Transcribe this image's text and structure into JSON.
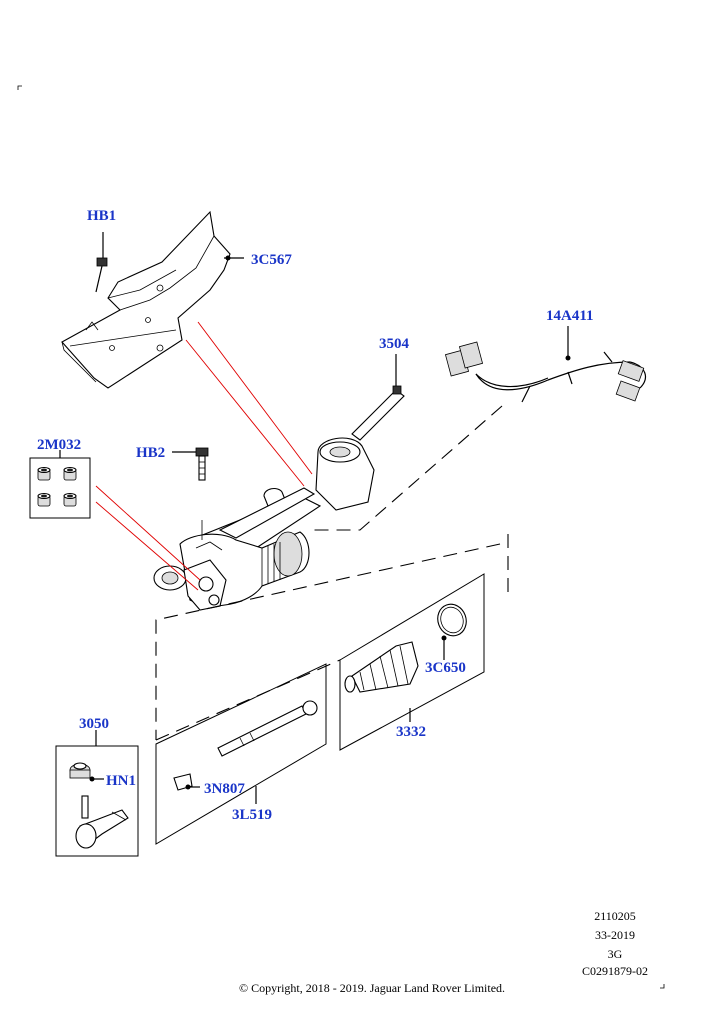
{
  "callouts": {
    "hb1": "HB1",
    "c3c567": "3C567",
    "c14a411": "14A411",
    "c3504": "3504",
    "c2m032": "2M032",
    "hb2": "HB2",
    "c3c650": "3C650",
    "c3332": "3332",
    "c3050": "3050",
    "hn1": "HN1",
    "c3n807": "3N807",
    "c3l519": "3L519"
  },
  "info": {
    "line1": "2110205",
    "line2": "33-2019",
    "line3": "3G",
    "line4": "C0291879-02"
  },
  "copyright": "© Copyright, 2018 - 2019. Jaguar Land Rover Limited.",
  "colors": {
    "callout": "#1a35c8",
    "leader_red": "#e00000"
  }
}
